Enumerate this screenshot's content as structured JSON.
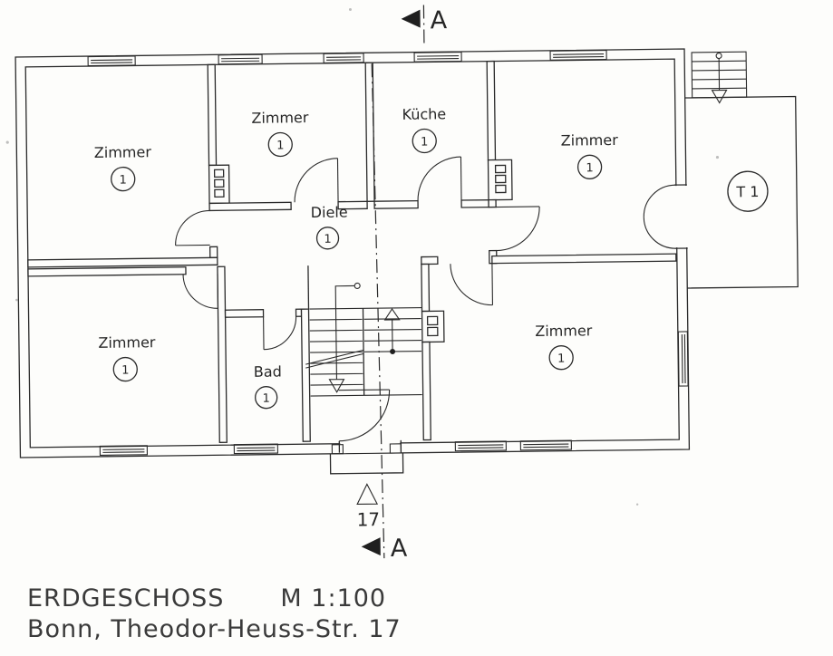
{
  "document": {
    "title": "ERDGESCHOSS",
    "scale": "M 1:100",
    "address": "Bonn, Theodor-Heuss-Str. 17"
  },
  "section_marker": {
    "letter": "A"
  },
  "entrance": {
    "house_number": "17"
  },
  "terrace": {
    "label": "T 1"
  },
  "rooms": [
    {
      "id": "zimmer-top-left",
      "name": "Zimmer",
      "number": "1"
    },
    {
      "id": "zimmer-top-middle",
      "name": "Zimmer",
      "number": "1"
    },
    {
      "id": "kueche",
      "name": "Küche",
      "number": "1"
    },
    {
      "id": "zimmer-top-right",
      "name": "Zimmer",
      "number": "1"
    },
    {
      "id": "diele",
      "name": "Diele",
      "number": "1"
    },
    {
      "id": "zimmer-bottom-left",
      "name": "Zimmer",
      "number": "1"
    },
    {
      "id": "bad",
      "name": "Bad",
      "number": "1"
    },
    {
      "id": "zimmer-bottom-right",
      "name": "Zimmer",
      "number": "1"
    }
  ],
  "colors": {
    "ink": "#2a2a2a",
    "paper": "#fdfdfb"
  }
}
